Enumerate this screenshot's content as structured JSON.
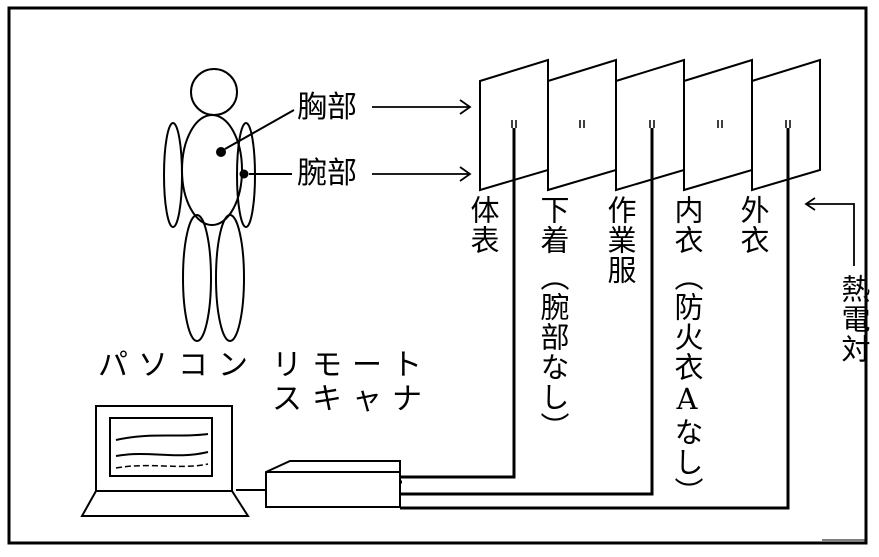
{
  "diagram": {
    "body_points": {
      "chest": "胸部",
      "arm": "腕部"
    },
    "layers": [
      {
        "label": "体表",
        "note": ""
      },
      {
        "label": "下着",
        "note": "（腕部なし）"
      },
      {
        "label": "作業服",
        "note": ""
      },
      {
        "label": "内衣",
        "note": "（防火衣Aなし）"
      },
      {
        "label": "外衣",
        "note": ""
      }
    ],
    "devices": {
      "pc": "パソコン",
      "scanner_line1": "リモート",
      "scanner_line2": "スキャナ"
    },
    "sensor": "熱電対"
  }
}
